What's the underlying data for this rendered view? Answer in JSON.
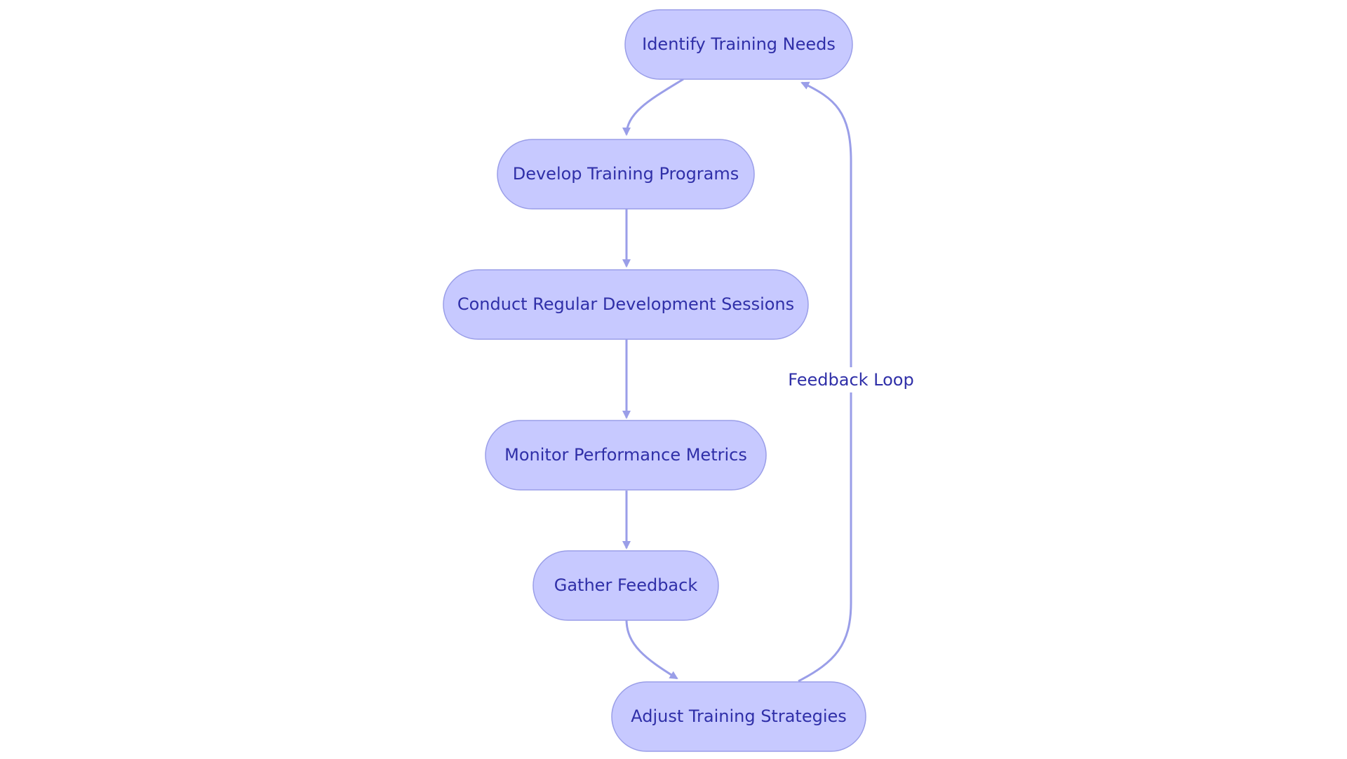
{
  "nodes": {
    "identify": "Identify Training Needs",
    "develop": "Develop Training Programs",
    "conduct": "Conduct Regular Development Sessions",
    "monitor": "Monitor Performance Metrics",
    "gather": "Gather Feedback",
    "adjust": "Adjust Training Strategies"
  },
  "edges": {
    "feedback_loop_label": "Feedback Loop"
  },
  "colors": {
    "node_fill": "#c7c9ff",
    "node_stroke": "#9a9ee8",
    "text": "#2f2fa8",
    "edge": "#9a9ee8"
  }
}
